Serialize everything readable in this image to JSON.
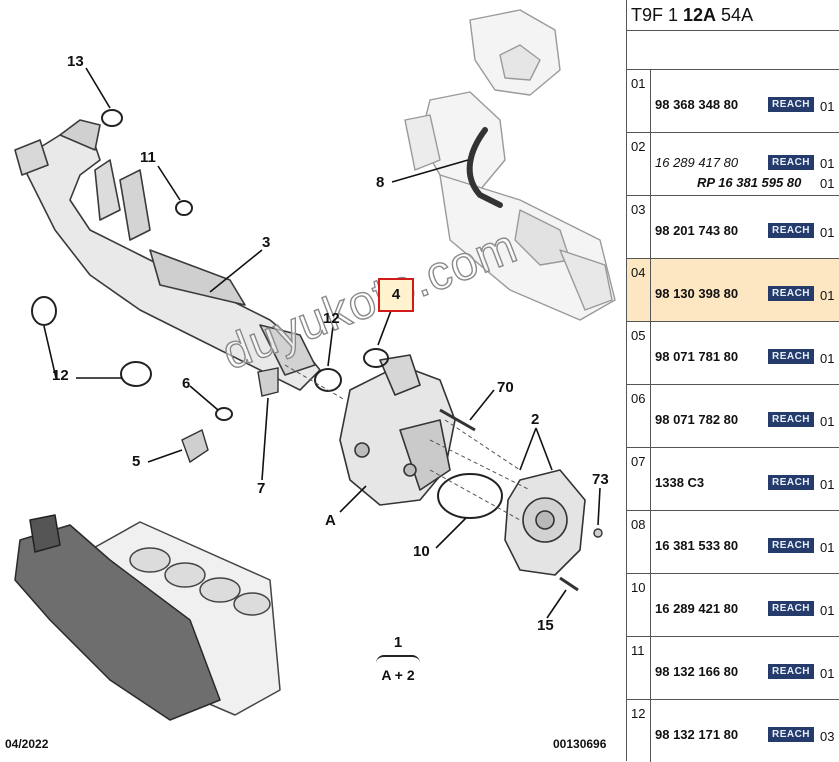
{
  "diagram": {
    "callouts": {
      "c13": "13",
      "c11": "11",
      "c3": "3",
      "c8": "8",
      "c4": "4",
      "c12a": "12",
      "c12b": "12",
      "c6": "6",
      "c5": "5",
      "c7": "7",
      "c70": "70",
      "c2": "2",
      "cA": "A",
      "c10": "10",
      "c73": "73",
      "c15": "15"
    },
    "assembly": {
      "number": "1",
      "formula": "A + 2"
    },
    "date": "04/2022",
    "code": "00130696",
    "watermark": "duyukoto.com"
  },
  "table": {
    "header": {
      "prefix": "T9F 1 ",
      "bold": "12A",
      "suffix": " 54A"
    },
    "rows": [
      {
        "num": "01",
        "ref": "98 368 348 80",
        "badge": "REACH",
        "qty": "01"
      },
      {
        "num": "02",
        "ref": "16 289 417 80",
        "rp": "RP 16 381 595 80",
        "badge": "REACH",
        "qty": "01",
        "qty2": "01"
      },
      {
        "num": "03",
        "ref": "98 201 743 80",
        "badge": "REACH",
        "qty": "01"
      },
      {
        "num": "04",
        "ref": "98 130 398 80",
        "badge": "REACH",
        "qty": "01"
      },
      {
        "num": "05",
        "ref": "98 071 781 80",
        "badge": "REACH",
        "qty": "01"
      },
      {
        "num": "06",
        "ref": "98 071 782 80",
        "badge": "REACH",
        "qty": "01"
      },
      {
        "num": "07",
        "ref": "1338 C3",
        "badge": "REACH",
        "qty": "01"
      },
      {
        "num": "08",
        "ref": "16 381 533 80",
        "badge": "REACH",
        "qty": "01"
      },
      {
        "num": "10",
        "ref": "16 289 421 80",
        "badge": "REACH",
        "qty": "01"
      },
      {
        "num": "11",
        "ref": "98 132 166 80",
        "badge": "REACH",
        "qty": "01"
      },
      {
        "num": "12",
        "ref": "98 132 171 80",
        "badge": "REACH",
        "qty": "03"
      }
    ]
  },
  "colors": {
    "highlight_row": "#fde6c2",
    "callout_border": "#d11a1a",
    "badge": "#243b6b"
  }
}
